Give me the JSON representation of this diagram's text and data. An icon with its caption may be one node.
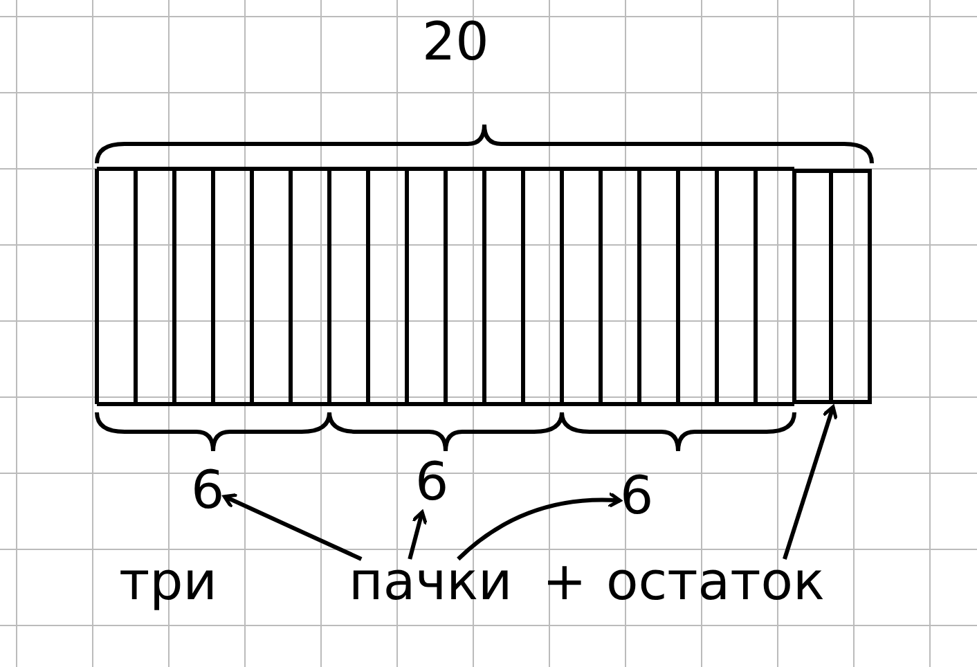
{
  "diagram": {
    "nodes": [
      {
        "text": [
          "6"
        ]
      },
      {
        "text": [
          "6"
        ]
      },
      {
        "text": [
          "6"
        ]
      },
      {
        "text": [],
        "shape": "bar"
      },
      {
        "text": [
          "пачки"
        ]
      },
      {
        "text": [
          "остаток"
        ]
      }
    ],
    "edges": [
      {
        "from": 4,
        "to": 0,
        "arrow": "to"
      },
      {
        "from": 4,
        "to": 1,
        "arrow": "to"
      },
      {
        "from": 4,
        "to": 2,
        "arrow": "to"
      },
      {
        "from": 5,
        "to": 3,
        "arrow": "to"
      }
    ],
    "labels": [
      "20",
      "три",
      "+"
    ]
  }
}
